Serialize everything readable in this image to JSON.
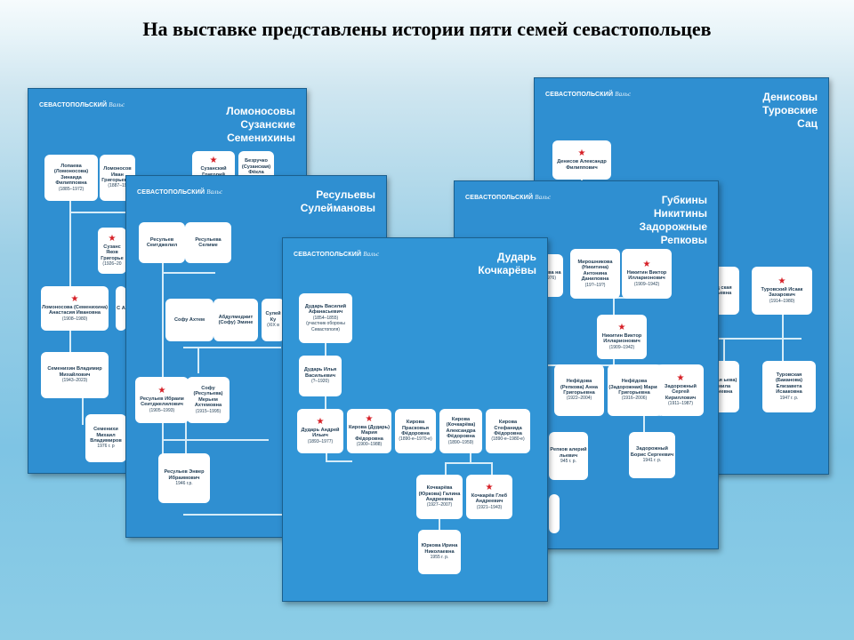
{
  "slide": {
    "title": "На выставке представлены истории пяти семей севастопольцев"
  },
  "brand": {
    "main": "СЕВАСТОПОЛЬСКИЙ",
    "script": "Вальс"
  },
  "colors": {
    "panel": "#2f8fd1",
    "node": "#ffffff",
    "star": "#d61f26",
    "text": "#1d3a52"
  },
  "panels": {
    "lomonosovy": {
      "title": [
        "Ломоносовы",
        "Сузанские",
        "Семенихины"
      ],
      "nodes": [
        {
          "name": "Лопаева (Ломоносова) Зинаида Филипповна",
          "years": "(1885–1972)",
          "star": false
        },
        {
          "name": "Ломоносов Иван Григорьевич",
          "years": "(1887–19",
          "star": false
        },
        {
          "name": "Сузанский Григорий",
          "years": "",
          "star": true
        },
        {
          "name": "Безручко (Сузанская) Фёкла",
          "years": "",
          "star": false
        },
        {
          "name": "Сузанс Яков Григорье",
          "years": "(1926–20",
          "star": true
        },
        {
          "name": "Ломоносова (Семенихина) Анастасия Ивановна",
          "years": "(1908–1980)",
          "star": true
        },
        {
          "name": "С А",
          "years": "",
          "star": false
        },
        {
          "name": "Семенихин Владимир Михайлович",
          "years": "(1943–2023)",
          "star": false
        },
        {
          "name": "Семенихи Михаил Владимиров",
          "years": "1976 г. р",
          "star": false
        }
      ]
    },
    "resulevy": {
      "title": [
        "Ресульевы",
        "Сулеймановы"
      ],
      "nodes": [
        {
          "name": "Ресульев Сеитджелил",
          "years": "",
          "star": false
        },
        {
          "name": "Ресульева Селиме",
          "years": "",
          "star": false
        },
        {
          "name": "Софу Ахтем",
          "years": "",
          "star": false
        },
        {
          "name": "Абдулмеджит (Софу) Эмине",
          "years": "",
          "star": false
        },
        {
          "name": "Сулей Ку",
          "years": "(XIX в",
          "star": false
        },
        {
          "name": "Ресульев Ибраим Сеитджелилович",
          "years": "(1905–1993)",
          "star": true
        },
        {
          "name": "Софу (Ресульева) Мерьем Ахтемовна",
          "years": "(1915–1995)",
          "star": false
        },
        {
          "name": "Ресульев Энвер Ибраимович",
          "years": "1946 г.р.",
          "star": false
        }
      ]
    },
    "dudar": {
      "title": [
        "Дударь",
        "Кочкарёвы"
      ],
      "nodes": [
        {
          "name": "Дударь Василий Афанасьевич",
          "years": "(1854–1855)",
          "note": "(участник обороны Севастополя)",
          "star": false
        },
        {
          "name": "Дударь Илья Васильевич",
          "years": "(?–1920)",
          "star": false
        },
        {
          "name": "Дударь Андрей Ильич",
          "years": "(1893–1977)",
          "star": true
        },
        {
          "name": "Кирова (Дударь) Мария Фёдоровна",
          "years": "(1900–1988)",
          "star": true
        },
        {
          "name": "Кирова Прасковья Фёдоровна",
          "years": "(1890-е–1970-е)",
          "star": false
        },
        {
          "name": "Кирова (Кочкарёва) Александра Фёдоровна",
          "years": "(1890–1959)",
          "star": false
        },
        {
          "name": "Кирова Стефанида Фёдоровна",
          "years": "(1890-е–1980-е)",
          "star": false
        },
        {
          "name": "Кочкарёва (Юркова) Галина Андреевна",
          "years": "(1927–2007)",
          "star": false
        },
        {
          "name": "Кочкарёв Глеб Андреевич",
          "years": "(1921–1943)",
          "star": true
        },
        {
          "name": "Юркова Ирина Николаевна",
          "years": "1955 г. р.",
          "star": false
        }
      ]
    },
    "gubkiny": {
      "title": [
        "Губкины",
        "Никитины",
        "Задорожные",
        "Репковы"
      ],
      "nodes": [
        {
          "name": "нова на",
          "years": "976)",
          "star": false
        },
        {
          "name": "Мирошникова (Никитина) Антонина Даниловна",
          "years": "(19?–19?)",
          "star": false
        },
        {
          "name": "Никитин Виктор Илларионович",
          "years": "(1909–1942)",
          "star": true
        },
        {
          "name": "Никитин Виктор Илларионович",
          "years": "(1909–1942)",
          "star": true
        },
        {
          "name": "Нефёдова (Репкова) Анна Григорьевна",
          "years": "(1922–2004)",
          "star": false
        },
        {
          "name": "Нефёдова (Задорожная) Мария Григорьевна",
          "years": "(1916–2006)",
          "star": false
        },
        {
          "name": "Задорожный Сергей Кириллович",
          "years": "(1911–1987)",
          "star": true
        },
        {
          "name": "Репков алерий льевич",
          "years": "945 г. р.",
          "star": false
        },
        {
          "name": "Задорожный Борис Сергеевич",
          "years": "1941 г. р.",
          "star": false
        }
      ]
    },
    "denisovy": {
      "title": [
        "Денисовы",
        "Туровские",
        "Сац"
      ],
      "nodes": [
        {
          "name": "Денисов Александр Филиппович",
          "years": "",
          "star": true
        },
        {
          "name": "ц ская ьевна",
          "years": "",
          "star": false
        },
        {
          "name": "Туровский Исаак Захарович",
          "years": "(1914–1980)",
          "star": true
        },
        {
          "name": "ская ьева) мила гиевна",
          "years": "",
          "star": false
        },
        {
          "name": "Туровская (Баканова) Елизавета Исааковна",
          "years": "1947 г. р.",
          "star": false
        }
      ]
    }
  }
}
